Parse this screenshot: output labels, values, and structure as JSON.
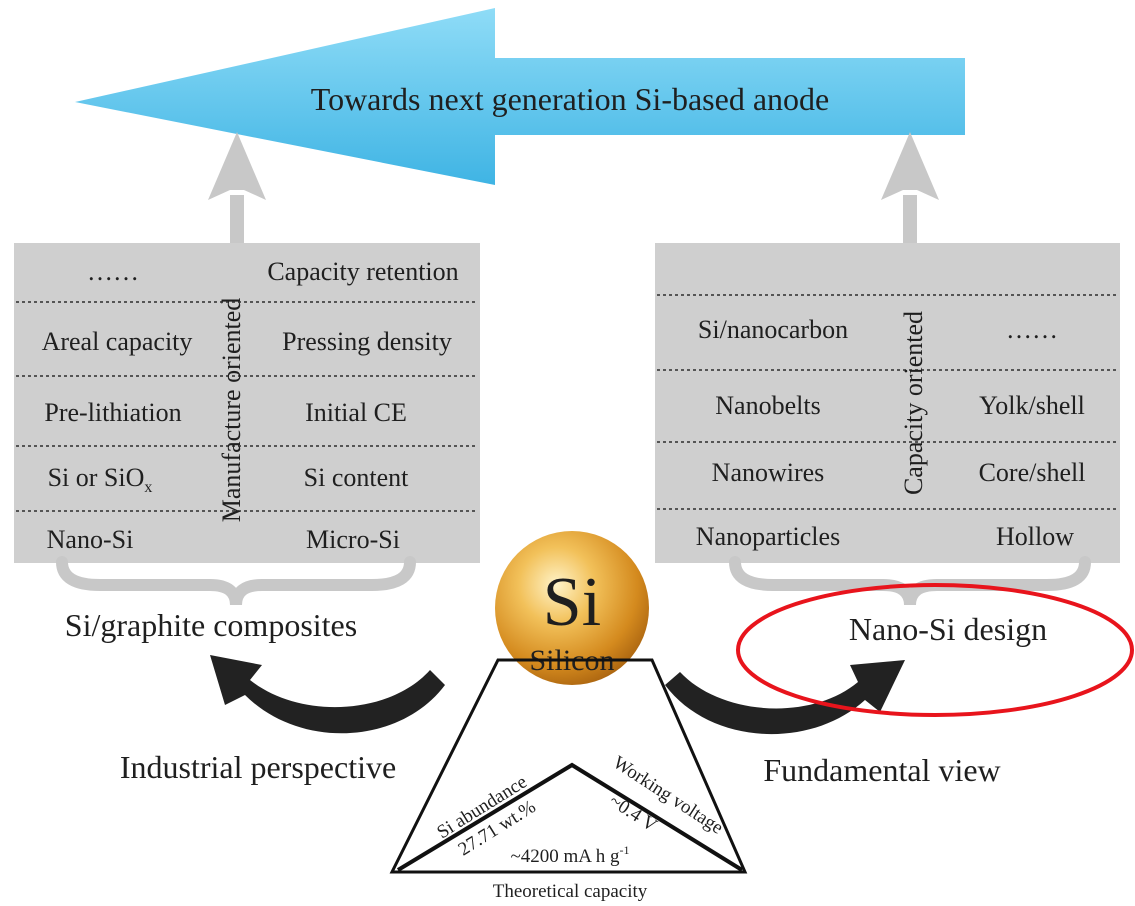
{
  "banner": {
    "text": "Towards next generation Si-based anode"
  },
  "left_panel": {
    "vertical_label": "Manufacture oriented",
    "rows": [
      {
        "left": "……",
        "right": "Capacity retention"
      },
      {
        "left": "Areal capacity",
        "right": "Pressing density"
      },
      {
        "left": "Pre-lithiation",
        "right": "Initial CE"
      },
      {
        "left": "Si or SiO",
        "left_sub": "x",
        "right": "Si content"
      },
      {
        "left": "Nano-Si",
        "right": "Micro-Si"
      }
    ],
    "caption": "Si/graphite composites"
  },
  "right_panel": {
    "vertical_label": "Capacity oriented",
    "rows": [
      {
        "left": "Si/nanocarbon",
        "right": "……"
      },
      {
        "left": "Nanobelts",
        "right": "Yolk/shell"
      },
      {
        "left": "Nanowires",
        "right": "Core/shell"
      },
      {
        "left": "Nanoparticles",
        "right": "Hollow"
      }
    ],
    "caption": "Nano-Si design"
  },
  "center": {
    "symbol": "Si",
    "name": "Silicon",
    "triangle": {
      "left_edge_line1": "Si abundance",
      "left_edge_line2": "27.71 wt.%",
      "right_edge_line1": "Working voltage",
      "right_edge_line2": "~0.4 V",
      "base_value": "~4200 mA h g",
      "base_value_sup": "-1",
      "base_label": "Theoretical capacity"
    }
  },
  "left_arrow_label": "Industrial perspective",
  "right_arrow_label": "Fundamental view",
  "colors": {
    "banner_fill": "#5dc6ec",
    "panel_fill": "#cfcfcf",
    "gray_arrow": "#c8c8c8",
    "highlight_ellipse": "#e8141c",
    "sphere": "#e0a23a"
  }
}
